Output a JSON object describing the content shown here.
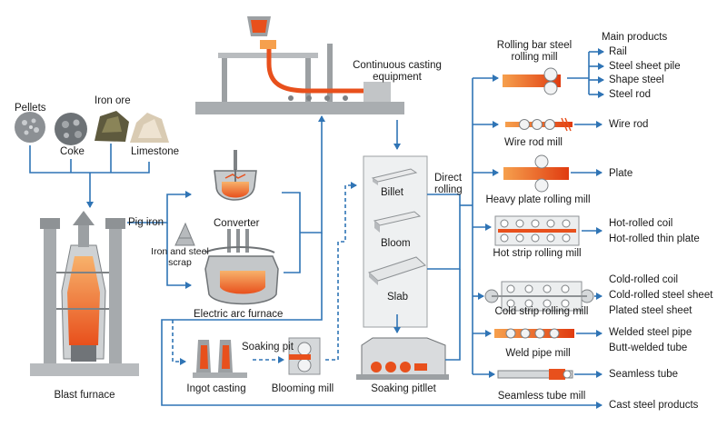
{
  "raw_materials": {
    "pellets": "Pellets",
    "iron_ore": "Iron ore",
    "coke": "Coke",
    "limestone": "Limestone"
  },
  "blast_furnace": "Blast furnace",
  "pig_iron": "Pig iron",
  "iron_and_steel_scrap": [
    "Iron and steel",
    "scrap"
  ],
  "converter": "Converter",
  "electric_arc_furnace": "Electric arc furnace",
  "continuous_casting": [
    "Continuous casting",
    "equipment"
  ],
  "semi_products": {
    "billet": "Billet",
    "bloom": "Bloom",
    "slab": "Slab"
  },
  "direct_rolling": [
    "Direct",
    "rolling"
  ],
  "ingot_casting": "Ingot casting",
  "soaking_pit": "Soaking pit",
  "blooming_mill": "Blooming mill",
  "soaking_pitlet": "Soaking pitllet",
  "mills": {
    "rolling_bar": [
      "Rolling bar steel",
      "rolling mill"
    ],
    "wire_rod_mill": "Wire rod mill",
    "heavy_plate": "Heavy plate rolling mill",
    "hot_strip": "Hot strip rolling mill",
    "cold_strip": "Cold strip rolling mill",
    "weld_pipe": "Weld pipe mill",
    "seamless_tube_mill": "Seamless tube mill"
  },
  "main_products_title": "Main products",
  "products": {
    "rail": "Rail",
    "steel_sheet_pile": "Steel sheet pile",
    "shape_steel": "Shape steel",
    "steel_rod": "Steel rod",
    "wire_rod": "Wire rod",
    "plate": "Plate",
    "hot_rolled_coil": "Hot-rolled coil",
    "hot_rolled_thin_plate": "Hot-rolled thin plate",
    "cold_rolled_coil": "Cold-rolled coil",
    "cold_rolled_steel_sheet": "Cold-rolled steel sheet",
    "plated_steel_sheet": "Plated steel sheet",
    "welded_steel_pipe": "Welded steel pipe",
    "butt_welded_tube": "Butt-welded tube",
    "seamless_tube": "Seamless tube",
    "cast_steel_products": "Cast steel products"
  },
  "colors": {
    "flow_line": "#2f74b5",
    "hot_metal": "#e8501c",
    "steel_gray": "#9fa3a6",
    "slab_gray": "#d7d9db"
  }
}
